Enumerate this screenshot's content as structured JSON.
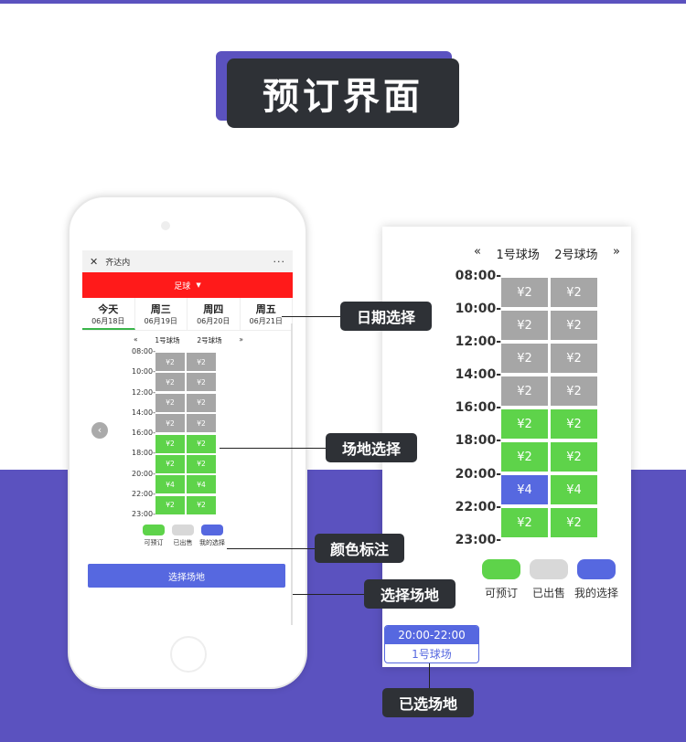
{
  "header": {
    "title": "预订界面"
  },
  "phone": {
    "nav": {
      "close_icon": "close-icon",
      "title": "齐达内",
      "more": "···"
    },
    "sport": {
      "label": "足球",
      "caret": "▼"
    },
    "days": [
      {
        "weekday": "今天",
        "date": "06月18日",
        "active": true
      },
      {
        "weekday": "周三",
        "date": "06月19日",
        "active": false
      },
      {
        "weekday": "周四",
        "date": "06月20日",
        "active": false
      },
      {
        "weekday": "周五",
        "date": "06月21日",
        "active": false
      }
    ],
    "court_header": {
      "prev": "«",
      "court1": "1号球场",
      "court2": "2号球场",
      "next": "»"
    },
    "prev_icon": "‹",
    "times": [
      "08:00-",
      "10:00-",
      "12:00-",
      "14:00-",
      "16:00-",
      "18:00-",
      "20:00-",
      "22:00-",
      "23:00-"
    ],
    "slots": [
      [
        {
          "price": "¥2",
          "status": "sold"
        },
        {
          "price": "¥2",
          "status": "sold"
        }
      ],
      [
        {
          "price": "¥2",
          "status": "sold"
        },
        {
          "price": "¥2",
          "status": "sold"
        }
      ],
      [
        {
          "price": "¥2",
          "status": "sold"
        },
        {
          "price": "¥2",
          "status": "sold"
        }
      ],
      [
        {
          "price": "¥2",
          "status": "sold"
        },
        {
          "price": "¥2",
          "status": "sold"
        }
      ],
      [
        {
          "price": "¥2",
          "status": "available"
        },
        {
          "price": "¥2",
          "status": "available"
        }
      ],
      [
        {
          "price": "¥2",
          "status": "available"
        },
        {
          "price": "¥2",
          "status": "available"
        }
      ],
      [
        {
          "price": "¥4",
          "status": "available"
        },
        {
          "price": "¥4",
          "status": "available"
        }
      ],
      [
        {
          "price": "¥2",
          "status": "available"
        },
        {
          "price": "¥2",
          "status": "available"
        }
      ]
    ],
    "legend": [
      {
        "label": "可预订",
        "color": "#5ed34a"
      },
      {
        "label": "已出售",
        "color": "#d8d8d8"
      },
      {
        "label": "我的选择",
        "color": "#5668e0"
      }
    ],
    "select_button": "选择场地"
  },
  "detail": {
    "court_header": {
      "prev": "«",
      "court1": "1号球场",
      "court2": "2号球场",
      "next": "»"
    },
    "times": [
      "08:00-",
      "10:00-",
      "12:00-",
      "14:00-",
      "16:00-",
      "18:00-",
      "20:00-",
      "22:00-",
      "23:00-"
    ],
    "slots": [
      [
        {
          "price": "¥2",
          "status": "sold"
        },
        {
          "price": "¥2",
          "status": "sold"
        }
      ],
      [
        {
          "price": "¥2",
          "status": "sold"
        },
        {
          "price": "¥2",
          "status": "sold"
        }
      ],
      [
        {
          "price": "¥2",
          "status": "sold"
        },
        {
          "price": "¥2",
          "status": "sold"
        }
      ],
      [
        {
          "price": "¥2",
          "status": "sold"
        },
        {
          "price": "¥2",
          "status": "sold"
        }
      ],
      [
        {
          "price": "¥2",
          "status": "available"
        },
        {
          "price": "¥2",
          "status": "available"
        }
      ],
      [
        {
          "price": "¥2",
          "status": "available"
        },
        {
          "price": "¥2",
          "status": "available"
        }
      ],
      [
        {
          "price": "¥4",
          "status": "selected"
        },
        {
          "price": "¥4",
          "status": "available"
        }
      ],
      [
        {
          "price": "¥2",
          "status": "available"
        },
        {
          "price": "¥2",
          "status": "available"
        }
      ]
    ],
    "legend": [
      {
        "label": "可预订",
        "color": "#5ed34a"
      },
      {
        "label": "已出售",
        "color": "#d8d8d8"
      },
      {
        "label": "我的选择",
        "color": "#5668e0"
      }
    ]
  },
  "selected": {
    "time": "20:00-22:00",
    "court": "1号球场"
  },
  "callouts": {
    "date": "日期选择",
    "court": "场地选择",
    "color": "颜色标注",
    "select": "选择场地",
    "chosen": "已选场地"
  },
  "colors": {
    "available": "#5ed34a",
    "sold": "#a6a6a6",
    "selected": "#5668e0",
    "accent": "#5b52bf",
    "sport_bar": "#ff1a1a"
  }
}
